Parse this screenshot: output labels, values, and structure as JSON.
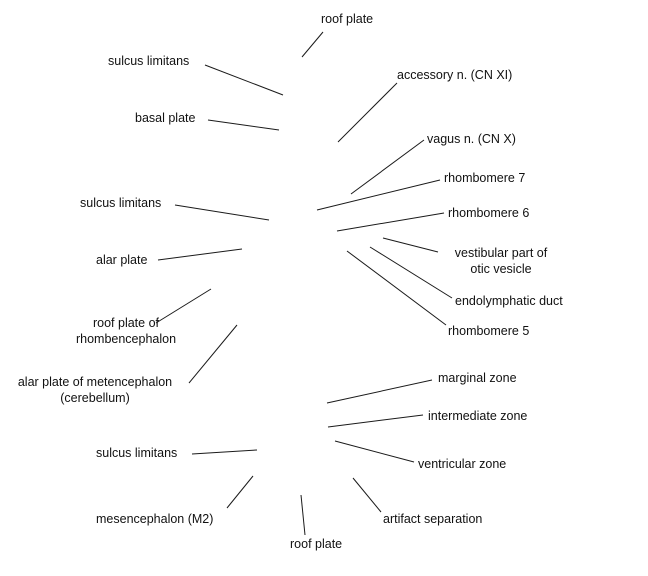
{
  "labels": {
    "roof_plate_top": "roof plate",
    "sulcus_limitans_1": "sulcus limitans",
    "accessory_n": "accessory n. (CN XI)",
    "basal_plate": "basal plate",
    "vagus_n": "vagus n. (CN X)",
    "rhombomere_7": "rhombomere 7",
    "sulcus_limitans_2": "sulcus limitans",
    "rhombomere_6": "rhombomere 6",
    "vestibular_line1": "vestibular part of",
    "vestibular_line2": "otic vesicle",
    "alar_plate": "alar plate",
    "endolymphatic_duct": "endolymphatic duct",
    "roof_plate_rhomb_line1": "roof plate of",
    "roof_plate_rhomb_line2": "rhombencephalon",
    "rhombomere_5": "rhombomere 5",
    "alar_metencephalon_line1": "alar plate of metencephalon",
    "alar_metencephalon_line2": "(cerebellum)",
    "marginal_zone": "marginal zone",
    "intermediate_zone": "intermediate zone",
    "sulcus_limitans_3": "sulcus limitans",
    "ventricular_zone": "ventricular zone",
    "mesencephalon": "mesencephalon (M2)",
    "artifact_separation": "artifact separation",
    "roof_plate_bottom": "roof plate"
  }
}
